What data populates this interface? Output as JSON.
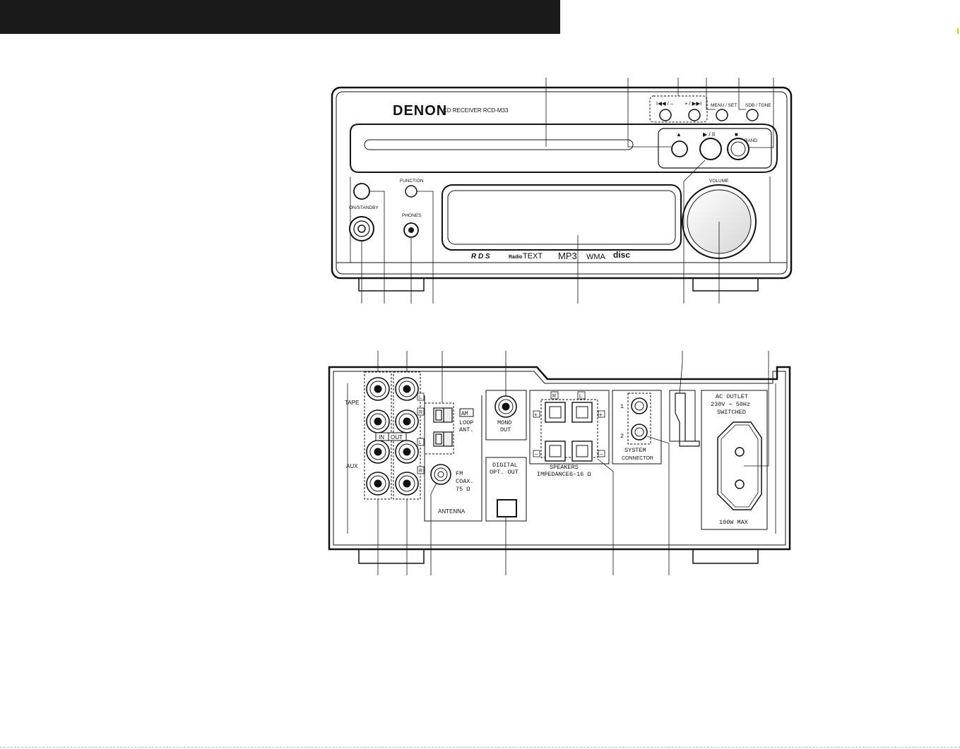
{
  "front": {
    "brand": "DENON",
    "model": "CD RECEIVER RCD-M33",
    "buttons": {
      "prev": "I◀◀ / –",
      "next": "+ / ▶▶I",
      "menu_set": "MENU / SET",
      "sdb_tone": "SDB / TONE",
      "eject": "▲",
      "play_pause": "▶ / II",
      "stop": "■",
      "band": "BAND",
      "function": "FUNCTION",
      "phones": "PHONES",
      "on_standby": "ON/STANDBY",
      "volume": "VOLUME"
    },
    "logos": {
      "rds": "R D S",
      "radio": "Radio",
      "text": "TEXT",
      "mp3": "MP3",
      "wma": "WMA",
      "disc": "disc"
    }
  },
  "rear": {
    "tape": "TAPE",
    "aux": "AUX",
    "in": "IN",
    "out": "OUT",
    "l": "L",
    "r": "R",
    "am": "AM",
    "loop": "LOOP",
    "ant": "ANT.",
    "fm": "FM",
    "coax": "COAX.",
    "ohm75": "75 Ω",
    "antenna": "ANTENNA",
    "mono": "MONO",
    "mono_out": "OUT",
    "digital": "DIGITAL",
    "opt_out": "OPT.  OUT",
    "spk_r": "R",
    "spk_l": "L",
    "speakers": "SPEAKERS",
    "impedance": "IMPEDANCE6–16 Ω",
    "plus": "+",
    "minus": "–",
    "sys1": "1",
    "sys2": "2",
    "system": "SYSTEM",
    "connector": "CONNECTOR",
    "ac_outlet": "AC OUTLET",
    "voltage": "230V ∼ 50Hz",
    "switched": "SWITCHED",
    "max": "100W MAX"
  }
}
